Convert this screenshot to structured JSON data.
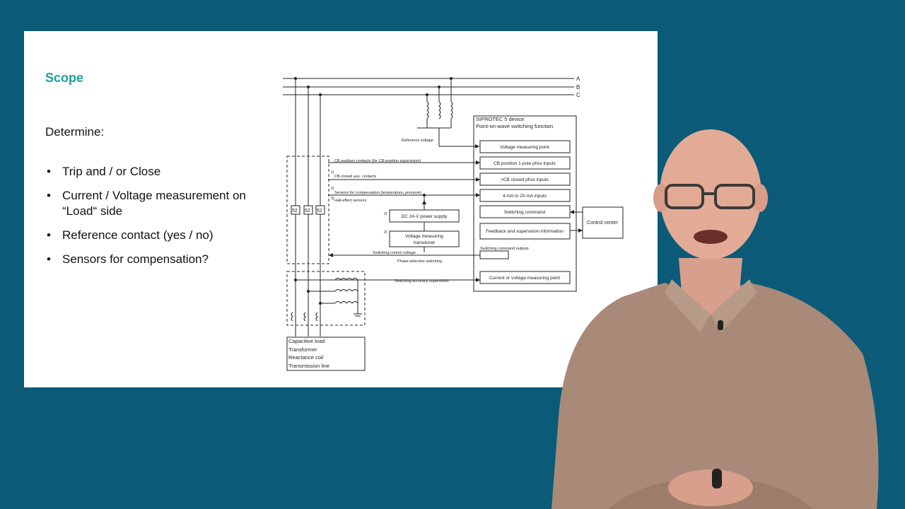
{
  "slide": {
    "title": "Scope",
    "determine_label": "Determine:",
    "bullets": [
      "Trip and / or Close",
      "Current / Voltage measurement on “Load“ side",
      "Reference contact (yes / no)",
      "Sensors for compensation?"
    ]
  },
  "diagram": {
    "phases": [
      "A",
      "B",
      "C"
    ],
    "device_title_1": "SIPROTEC 5 device",
    "device_title_2": "Point-on-wave switching function",
    "device_boxes": [
      "Voltage measuring point",
      "CB position 1-pole phsx inputs",
      ">CB closed phsx inputs",
      "4-mA to 20-mA inputs",
      "Switching command",
      "Feedback and supervision information",
      "Current or voltage measuring point"
    ],
    "control_center": "Control center",
    "reference_voltage": "Reference voltage",
    "cb_aux": "CB auxiliary contacts (for CB-position supervision)",
    "cb_closed_aux": "CB-closed aux. contacts",
    "sensors_comp": "Sensors for compensation (temperature, pressure)",
    "hall_sensors": "Hall-effect sensors",
    "dc_supply": "DC 24-V power supply",
    "transducer_1": "Voltage measuring",
    "transducer_2": "transducer",
    "switching_control_voltage": "Switching control voltage",
    "phase_selective": "Phase-selective switching",
    "switching_outputs": "Switching command outputs",
    "accuracy_supervision": "Switching-accuracy supervision",
    "breaker_label": "52",
    "footnote_1": "1)",
    "footnote_2": "2)",
    "footnote_3": "3)",
    "load_types": [
      "Capacitive load",
      "Transformer",
      "Reactance coil",
      "Transmission line"
    ]
  }
}
